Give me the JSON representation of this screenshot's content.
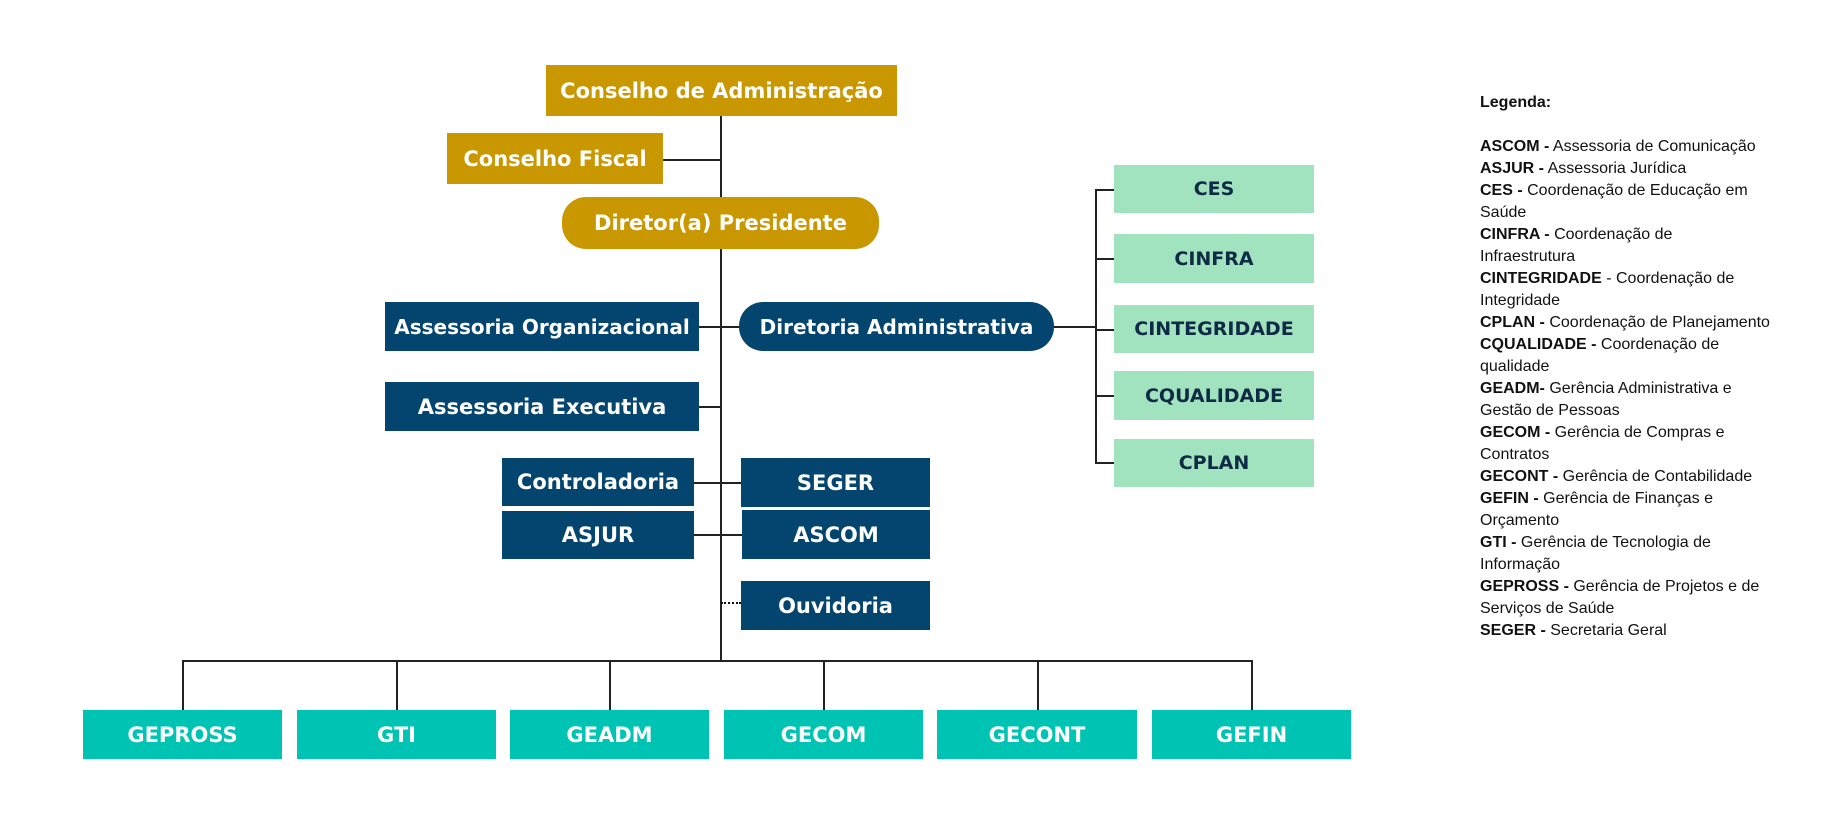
{
  "top": {
    "conselho_admin": "Conselho de Administração",
    "conselho_fiscal": "Conselho Fiscal",
    "presidente": "Diretor(a) Presidente"
  },
  "middle": {
    "assessoria_org": "Assessoria Organizacional",
    "diretoria_adm": "Diretoria Administrativa",
    "assessoria_exec": "Assessoria Executiva",
    "controladoria": "Controladoria",
    "seger": "SEGER",
    "asjur": "ASJUR",
    "ascom": "ASCOM",
    "ouvidoria": "Ouvidoria"
  },
  "coordenacoes": [
    "CES",
    "CINFRA",
    "CINTEGRIDADE",
    "CQUALIDADE",
    "CPLAN"
  ],
  "gerencias": [
    "GEPROSS",
    "GTI",
    "GEADM",
    "GECOM",
    "GECONT",
    "GEFIN"
  ],
  "legend": {
    "title": "Legenda:",
    "items": [
      {
        "abbr": "ASCOM -",
        "desc": " Assessoria de Comunicação"
      },
      {
        "abbr": "ASJUR -",
        "desc": " Assessoria Jurídica"
      },
      {
        "abbr": "CES -",
        "desc": " Coordenação de Educação em Saúde"
      },
      {
        "abbr": "CINFRA -",
        "desc": " Coordenação de Infraestrutura"
      },
      {
        "abbr": "CINTEGRIDADE",
        "desc": " - Coordenação de Integridade"
      },
      {
        "abbr": "CPLAN -",
        "desc": " Coordenação de Planejamento"
      },
      {
        "abbr": "CQUALIDADE -",
        "desc": " Coordenação de qualidade"
      },
      {
        "abbr": "GEADM-",
        "desc": " Gerência Administrativa e Gestão de Pessoas"
      },
      {
        "abbr": "GECOM -",
        "desc": " Gerência de Compras e Contratos"
      },
      {
        "abbr": "GECONT -",
        "desc": " Gerência de Contabilidade"
      },
      {
        "abbr": "GEFIN -",
        "desc": " Gerência de Finanças e Orçamento"
      },
      {
        "abbr": "GTI -",
        "desc": " Gerência de Tecnologia de Informação"
      },
      {
        "abbr": "GEPROSS -",
        "desc": " Gerência de Projetos e de Serviços de Saúde"
      },
      {
        "abbr": "SEGER -",
        "desc": " Secretaria Geral"
      }
    ]
  },
  "colors": {
    "gold": "#C99700",
    "navy": "#044570",
    "teal": "#00C4B3",
    "mint": "#A1E3BE"
  }
}
